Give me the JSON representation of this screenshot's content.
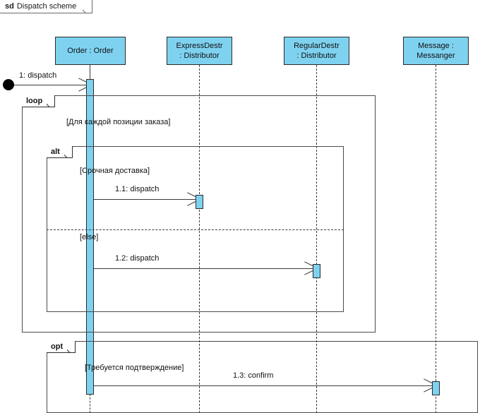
{
  "diagram": {
    "kind_keyword": "sd",
    "title": "Dispatch scheme"
  },
  "lifelines": [
    {
      "id": "order",
      "line1": "Order : Order",
      "line2": ""
    },
    {
      "id": "express",
      "line1": "ExpressDestr",
      "line2": ": Distributor"
    },
    {
      "id": "regular",
      "line1": "RegularDestr",
      "line2": ": Distributor"
    },
    {
      "id": "message",
      "line1": "Message :",
      "line2": "Messanger"
    }
  ],
  "fragments": [
    {
      "id": "loop",
      "label": "loop",
      "guard": "[Для каждой позиции заказа]"
    },
    {
      "id": "alt",
      "label": "alt",
      "guard": "[Срочная доставка]",
      "else_guard": "[else]"
    },
    {
      "id": "opt",
      "label": "opt",
      "guard": "[Требуется подтверждение]"
    }
  ],
  "messages": [
    {
      "id": "m0",
      "label": "1: dispatch",
      "from": "actor",
      "to": "order"
    },
    {
      "id": "m1",
      "label": "1.1: dispatch",
      "from": "order",
      "to": "express"
    },
    {
      "id": "m2",
      "label": "1.2: dispatch",
      "from": "order",
      "to": "regular"
    },
    {
      "id": "m3",
      "label": "1.3: confirm",
      "from": "order",
      "to": "message"
    }
  ],
  "colors": {
    "lifeline_fill": "#7ed2f0",
    "stroke": "#2b2b2b",
    "line": "#3b3b3b",
    "background": "#ffffff"
  }
}
